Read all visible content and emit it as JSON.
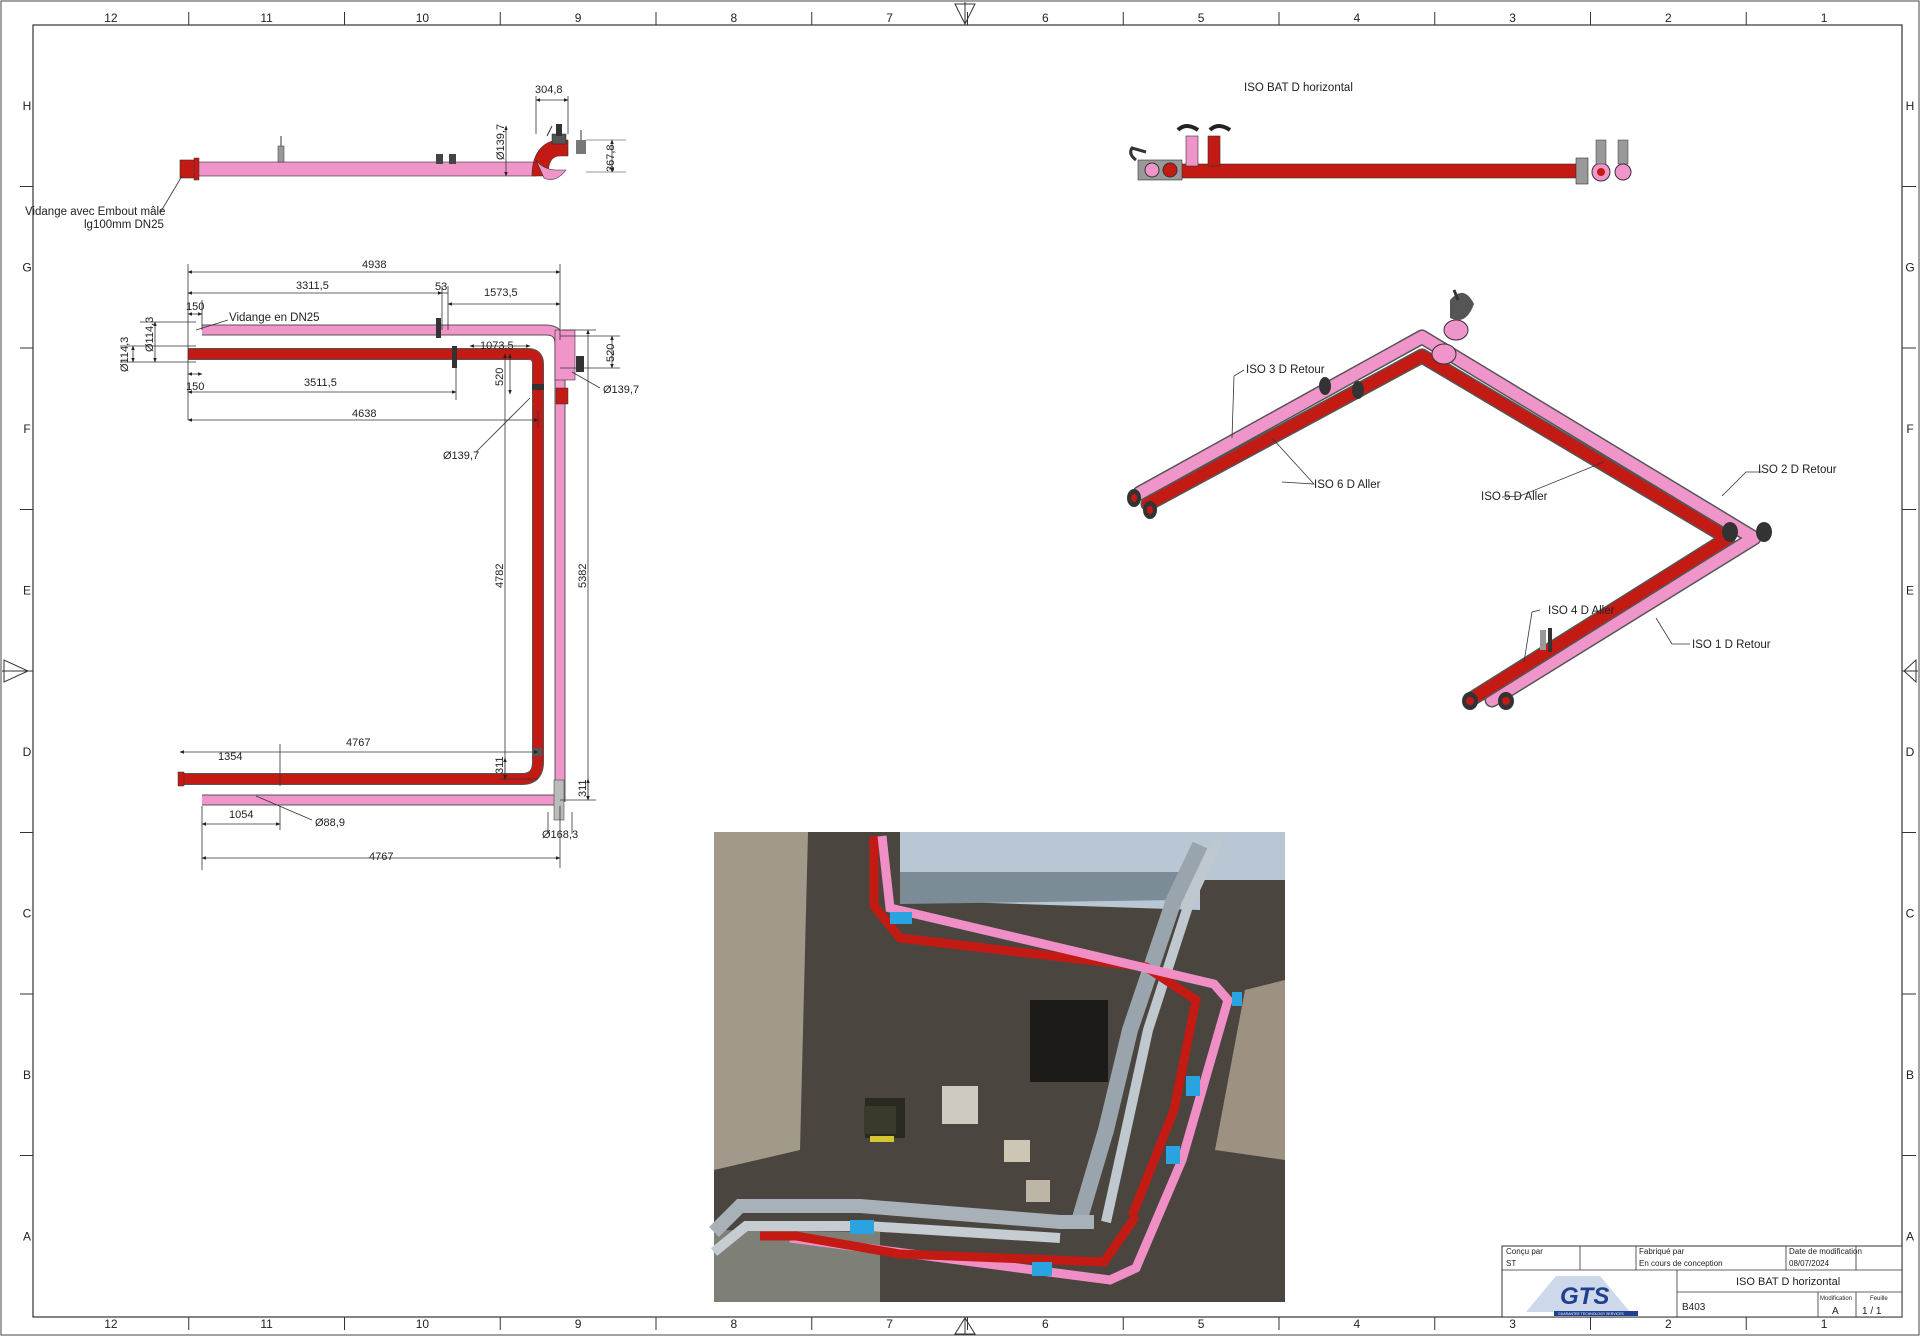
{
  "grid": {
    "columns": [
      "12",
      "11",
      "10",
      "9",
      "8",
      "7",
      "6",
      "5",
      "4",
      "3",
      "2",
      "1"
    ],
    "rows": [
      "H",
      "G",
      "F",
      "E",
      "D",
      "C",
      "B",
      "A"
    ]
  },
  "top_left": {
    "callout": [
      "Vidange avec Embout mâle",
      "lg100mm DN25"
    ],
    "dims": {
      "width": "304,8",
      "dia": "Ø139,7",
      "height": "367,8"
    }
  },
  "top_right": {
    "title": "ISO BAT D horizontal"
  },
  "plan": {
    "dims": {
      "total": "4938",
      "seg1": "3311,5",
      "seg2": "53",
      "seg3": "1573,5",
      "off1": "150",
      "drain": "Vidange en DN25",
      "dia114a": "Ø114,3",
      "dia114b": "Ø114,3",
      "inner": "1073,5",
      "h520": "520",
      "v520": "520",
      "dia139r": "Ø139,7",
      "off2": "150",
      "red_top": "3511,5",
      "red_len": "4638",
      "dia139b": "Ø139,7",
      "red_vert": "4782",
      "pink_vert": "5382",
      "bl1": "1354",
      "bl2": "4767",
      "s311a": "311",
      "s311b": "311",
      "pb1": "1054",
      "dia889": "Ø88,9",
      "dia168": "Ø168,3",
      "pb2": "4767"
    }
  },
  "iso_labels": {
    "iso3": "ISO 3 D Retour",
    "iso6": "ISO 6 D Aller",
    "iso5": "ISO 5 D Aller",
    "iso2": "ISO 2 D Retour",
    "iso4": "ISO 4 D Aller",
    "iso1": "ISO 1 D Retour"
  },
  "title_block": {
    "concu_par_label": "Conçu par",
    "concu_par_value": "ST",
    "fabrique_label": "Fabriqué par",
    "fabrique_value": "En cours de conception",
    "date_label": "Date de modification",
    "date_value": "08/07/2024",
    "title": "ISO BAT D horizontal",
    "drawing_no": "B403",
    "modif_label": "Modification",
    "modif_value": "A",
    "feuille_label": "Feuille",
    "feuille_value": "1 / 1",
    "logo": "GTS",
    "logo_sub": "GUARANTEE TECHNOLOGY SERVICES"
  },
  "colors": {
    "red_pipe": "#c41a14",
    "pink_pipe": "#ef95c9",
    "flange": "#ff6fa6"
  }
}
